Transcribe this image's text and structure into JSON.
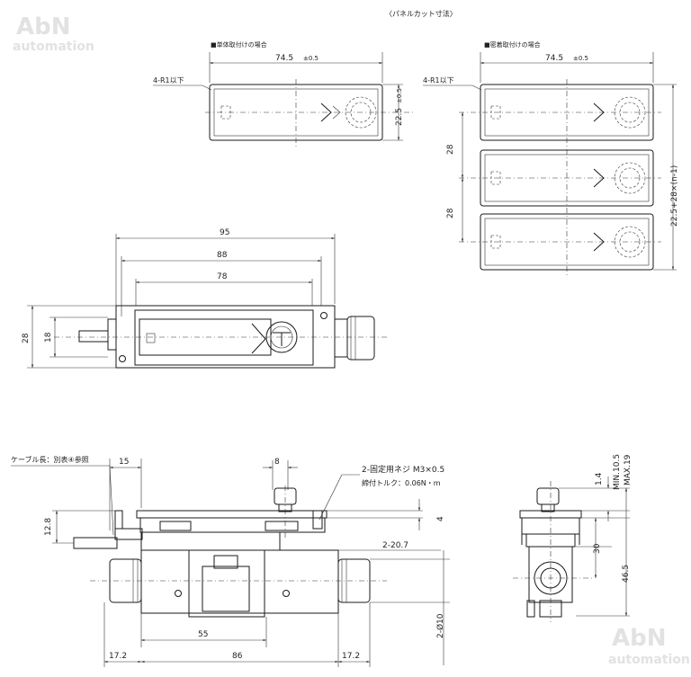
{
  "watermark": {
    "brand": "AbN",
    "sub": "automation"
  },
  "title": "〈パネルカット寸法〉",
  "panel_single": {
    "label": "■単体取付けの場合",
    "width": "74.5",
    "width_tol": "±0.5",
    "height": "22.5",
    "height_tol": "±0.5",
    "radius": "4-R1以下"
  },
  "panel_gang": {
    "label": "■密着取付けの場合",
    "width": "74.5",
    "width_tol": "±0.5",
    "pitch1": "28",
    "pitch2": "28",
    "height": "22.5+28×(n-1)",
    "radius": "4-R1以下"
  },
  "front_view": {
    "d95": "95",
    "d88": "88",
    "d78": "78",
    "d28": "28",
    "d18": "18"
  },
  "side_view": {
    "cable": "ケーブル長：別表④参照",
    "d15": "15",
    "d8": "8",
    "d12_8": "12.8",
    "d4": "4",
    "screw": "2-固定用ネジ M3×0.5",
    "torque": "締付トルク：0.06N・m",
    "d20_7": "2-20.7",
    "d10": "2-Ø10",
    "d55": "55",
    "d17_2a": "17.2",
    "d86": "86",
    "d17_2b": "17.2"
  },
  "end_view": {
    "d1_4": "1.4",
    "min": "MIN.10.5",
    "max": "MAX.19",
    "d30": "30",
    "d46_5": "46.5"
  }
}
